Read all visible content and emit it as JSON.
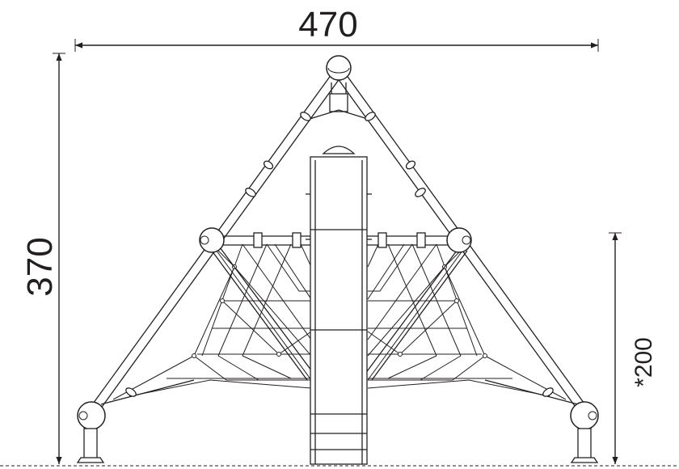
{
  "dimensions": {
    "width_label": "470",
    "height_label": "370",
    "fall_height_label": "*200"
  },
  "colors": {
    "line": "#231f20",
    "background": "#ffffff"
  }
}
